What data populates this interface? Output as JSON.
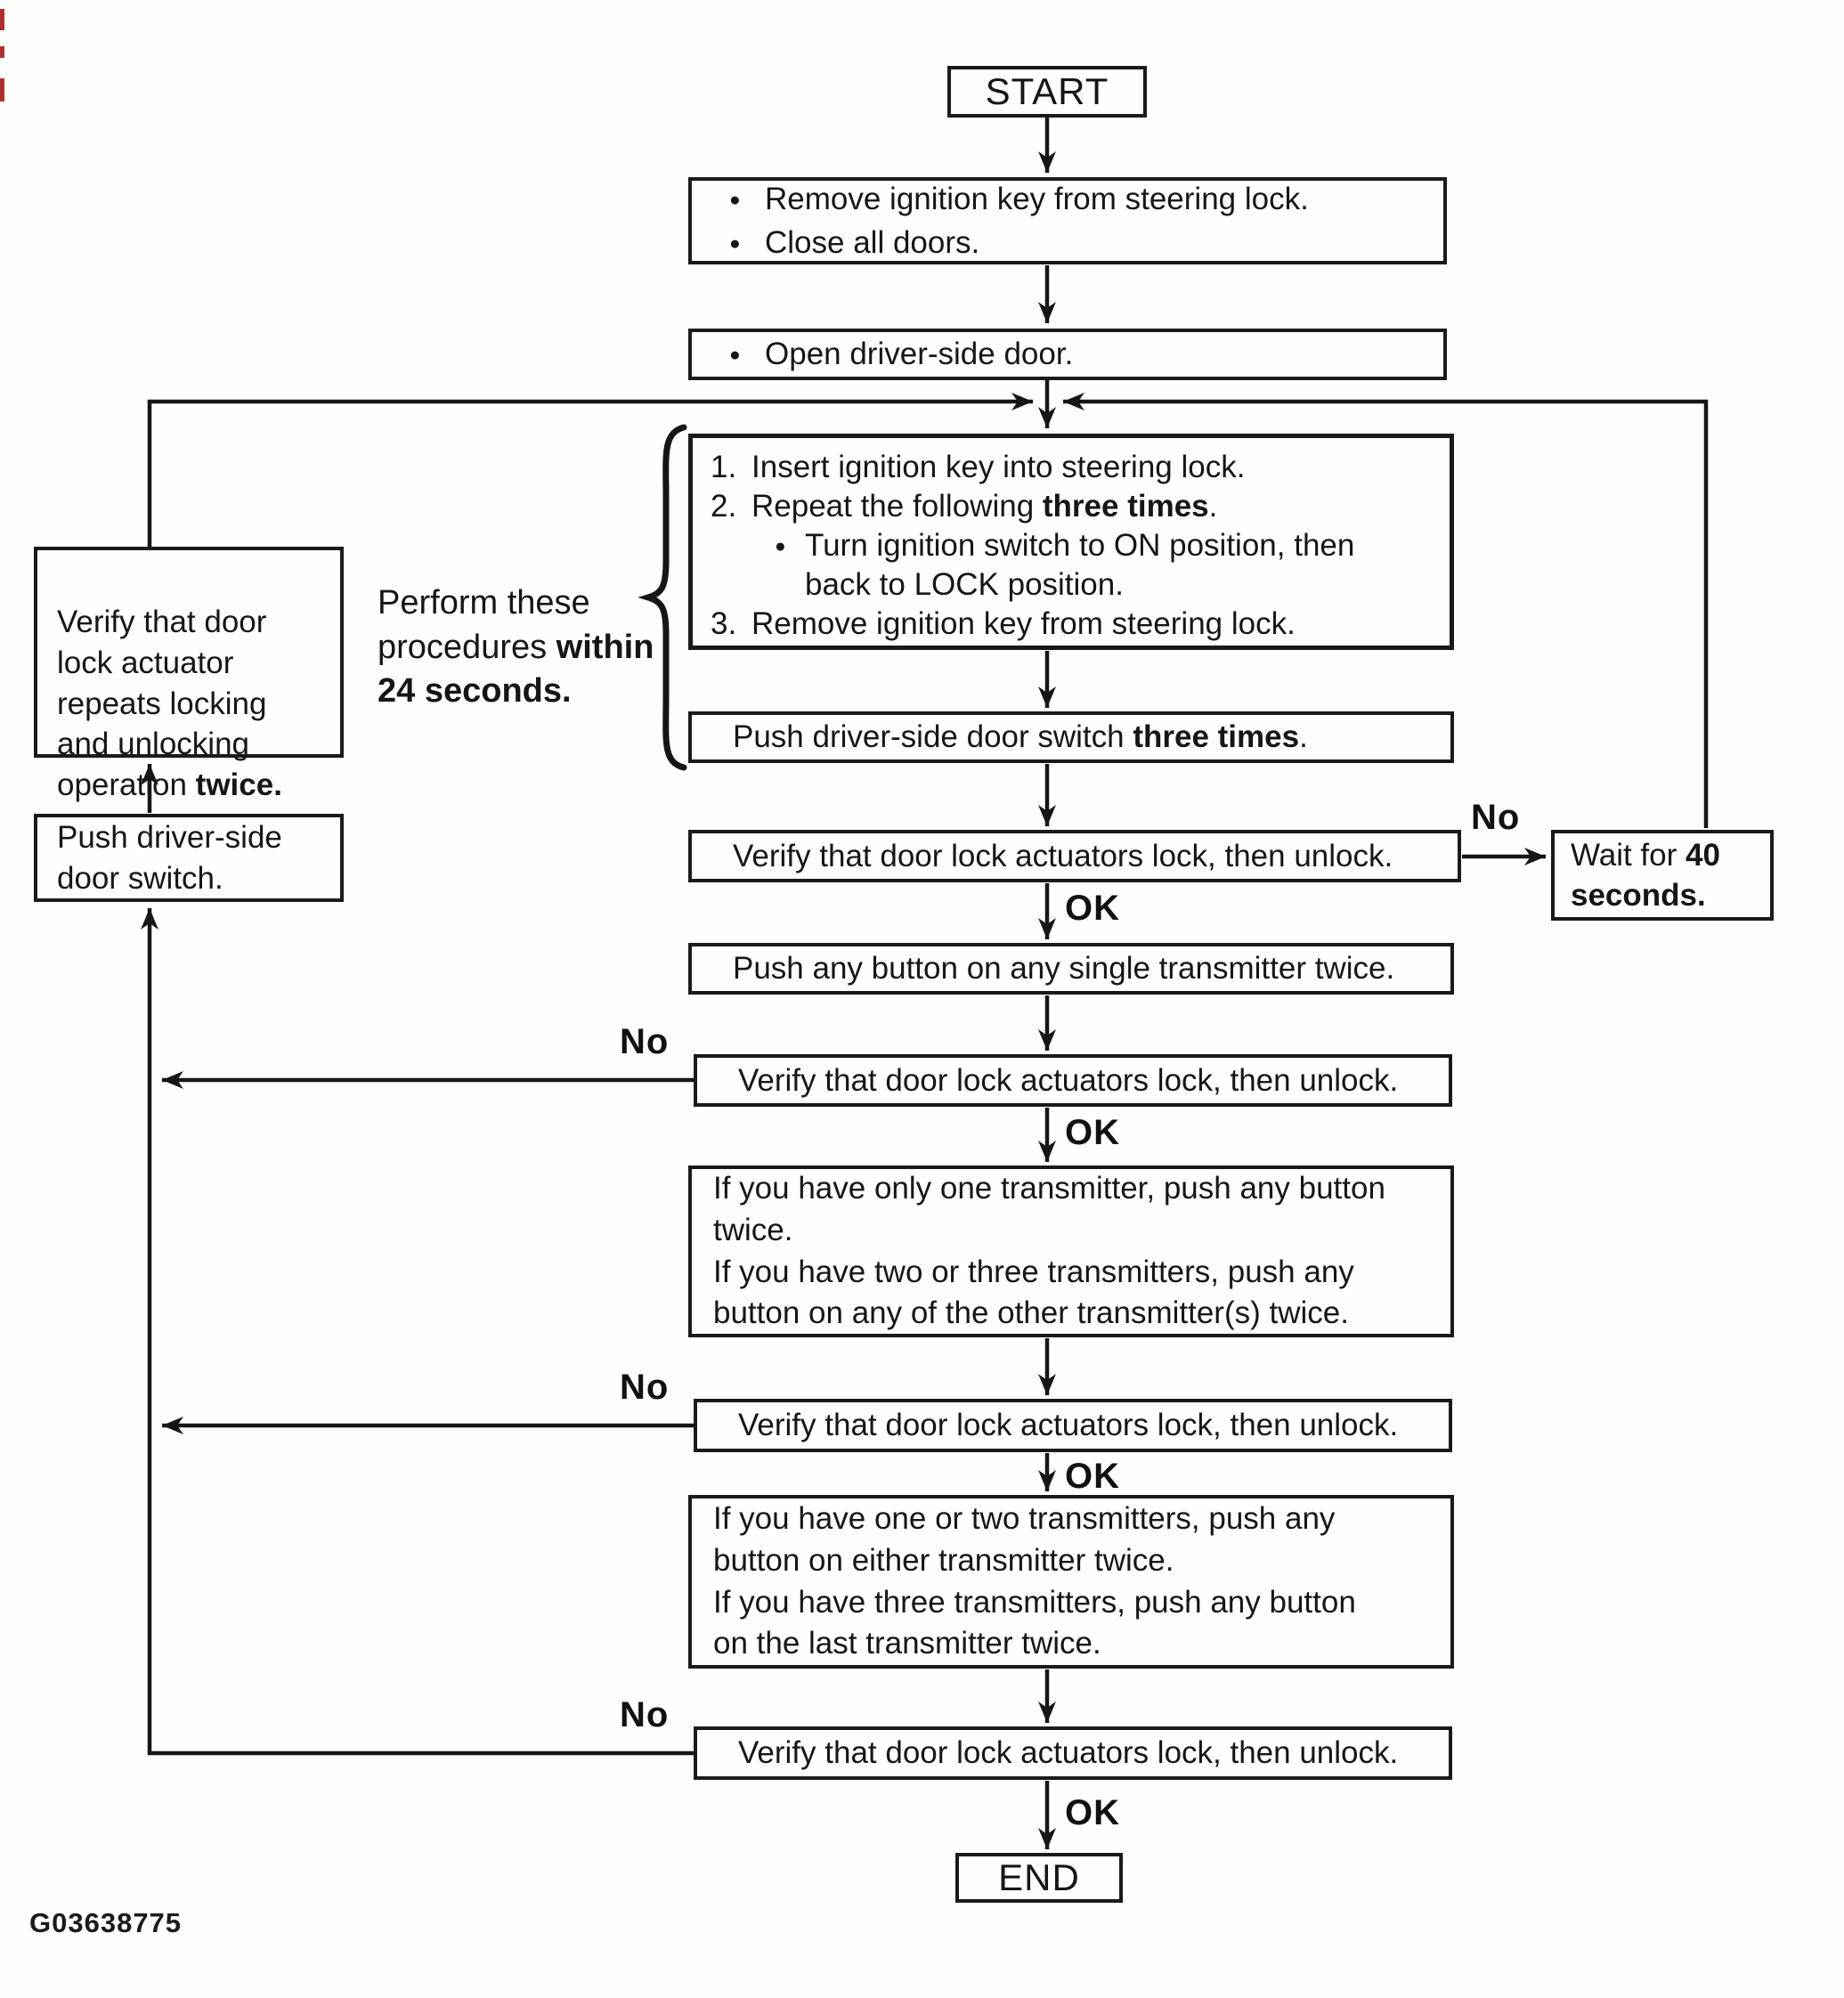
{
  "page": {
    "ink": "#161616",
    "background": "#fffefd",
    "artifact_color": "#b03030"
  },
  "figure_code": "G03638775",
  "labels": {
    "start": "START",
    "end": "END",
    "ok": "OK",
    "no": "No"
  },
  "boxes": {
    "prepare": {
      "bullets": [
        "Remove ignition key from steering lock.",
        "Close all doors."
      ]
    },
    "open_door": {
      "bullets": [
        "Open driver-side door."
      ]
    },
    "key_cycle": {
      "items": [
        {
          "num": "1.",
          "text": "Insert ignition key into steering lock."
        },
        {
          "num": "2.",
          "pre": "Repeat the following ",
          "bold": "three times",
          "post": "."
        },
        {
          "sub_bullet": "Turn ignition switch to ON position, then\nback to LOCK position."
        },
        {
          "num": "3.",
          "text": "Remove ignition key from steering lock."
        }
      ]
    },
    "push_switch_three": {
      "pre": "Push driver-side door switch ",
      "bold": "three times",
      "post": "."
    },
    "verify_unlock": {
      "text": "Verify that door lock actuators lock, then unlock."
    },
    "wait": {
      "pre": "Wait for ",
      "bold": "40\nseconds."
    },
    "push_any_single": {
      "text": "Push any button on any single transmitter twice."
    },
    "second_transmitter": {
      "lines": [
        "If you have only one transmitter, push any button\ntwice.",
        "If you have two or three transmitters, push any\nbutton on any of the other transmitter(s) twice."
      ]
    },
    "third_transmitter": {
      "lines": [
        "If you have one or two transmitters, push any\nbutton on either transmitter twice.",
        "If you have three transmitters, push any button\non the last transmitter twice."
      ]
    },
    "left_verify": {
      "pre": "Verify that door\nlock actuator\nrepeats locking\nand unlocking\noperation ",
      "bold": "twice."
    },
    "left_push": {
      "text": "Push driver-side\ndoor switch."
    }
  },
  "notes": {
    "brace_note": {
      "pre": "Perform these\nprocedures ",
      "bold": "within\n24 seconds."
    }
  }
}
